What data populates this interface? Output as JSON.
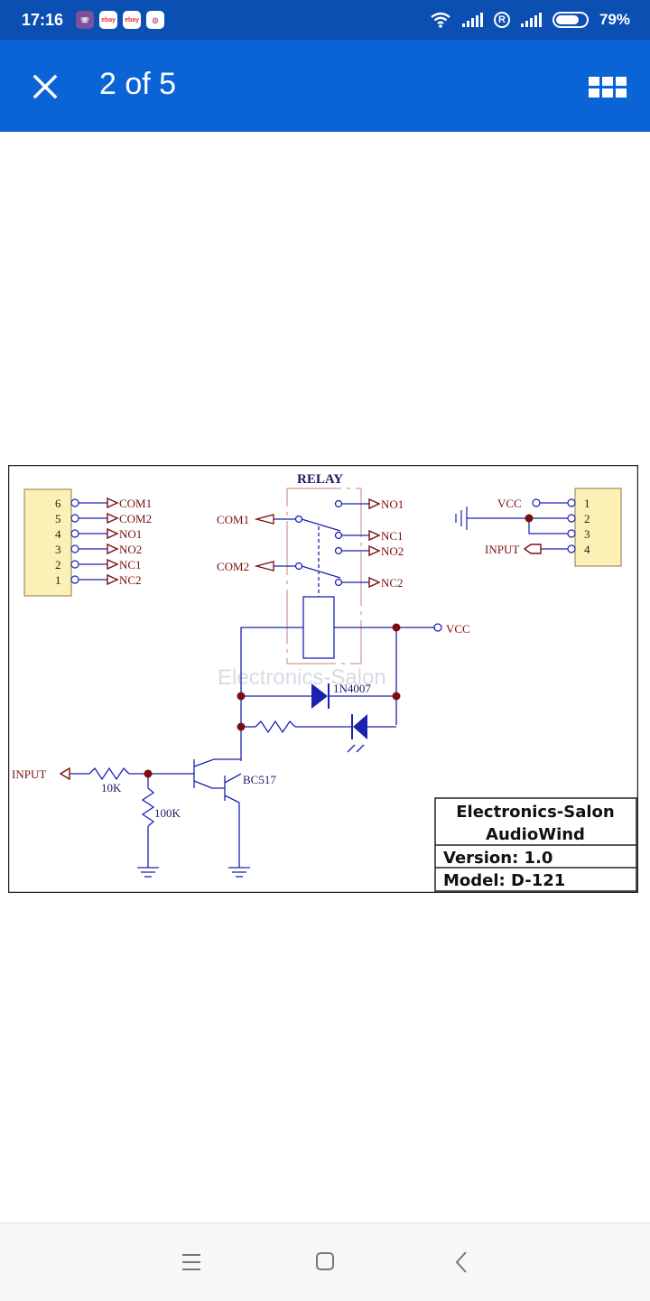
{
  "status_bar": {
    "time": "17:16",
    "notifications": [
      "viber-icon",
      "ebay-icon",
      "ebay-icon",
      "instagram-icon"
    ],
    "ebay_label": "ebay",
    "battery": "79%",
    "battery_level": 0.79
  },
  "app_bar": {
    "counter": "2 of 5"
  },
  "schematic": {
    "relay_title": "RELAY",
    "left_header_pins": [
      {
        "num": "6",
        "label": "COM1"
      },
      {
        "num": "5",
        "label": "COM2"
      },
      {
        "num": "4",
        "label": "NO1"
      },
      {
        "num": "3",
        "label": "NO2"
      },
      {
        "num": "2",
        "label": "NC1"
      },
      {
        "num": "1",
        "label": "NC2"
      }
    ],
    "right_header_pins": [
      "1",
      "2",
      "3",
      "4"
    ],
    "labels": {
      "com1": "COM1",
      "com2": "COM2",
      "no1": "NO1",
      "nc1": "NC1",
      "no2": "NO2",
      "nc2": "NC2",
      "vcc": "VCC",
      "vcc_header": "VCC",
      "input_header": "INPUT",
      "input": "INPUT",
      "diode": "1N4007",
      "transistor": "BC517",
      "r1": "10K",
      "r2": "100K",
      "watermark": "Electronics-Salon"
    },
    "title_block": {
      "company": "Electronics-Salon",
      "product": "AudioWind",
      "version": "Version: 1.0",
      "model": "Model: D-121"
    }
  },
  "colors": {
    "status_bar": "#0b4fb3",
    "app_bar": "#0a64d6",
    "wire": "#1a22b0",
    "terminal": "#7a0e0e",
    "header_fill": "#fcf0b4"
  }
}
